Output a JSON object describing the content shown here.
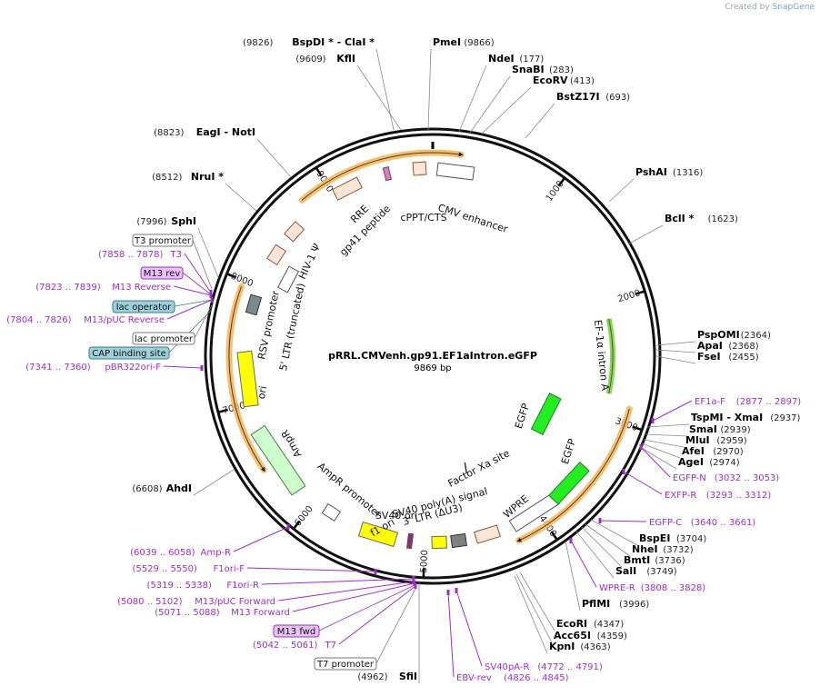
{
  "credit": {
    "prefix": "Created by",
    "brand": "SnapGene"
  },
  "plasmid": {
    "name": "pRRL.CMVenh.gp91.EF1aIntron.eGFP",
    "length_label": "9869 bp",
    "length": 9869
  },
  "colors": {
    "backbone": "#111111",
    "primer": "#9b2fc4",
    "orf_highlight": "#f2b865",
    "promoter": "#ffffff",
    "ltr": "#fcdcbe",
    "ori": "#ffff00",
    "ampr": "#ccffcc",
    "egfp": "#22ee22",
    "polyA": "#808080",
    "misc": "#fce4d6"
  },
  "ticks": [
    "1000",
    "2000",
    "3000",
    "4000",
    "5000",
    "6000",
    "7000",
    "8000",
    "9000"
  ],
  "sites": [
    {
      "name": "BspDI * - ClaI *",
      "pos": "(9826)"
    },
    {
      "name": "PmeI",
      "pos": "(9866)"
    },
    {
      "name": "KflI",
      "pos": "(9609)"
    },
    {
      "name": "NdeI",
      "pos": "(177)"
    },
    {
      "name": "SnaBI",
      "pos": "(283)"
    },
    {
      "name": "EcoRV",
      "pos": "(413)"
    },
    {
      "name": "BstZ17I",
      "pos": "(693)"
    },
    {
      "name": "EagI - NotI",
      "pos": "(8823)"
    },
    {
      "name": "PshAI",
      "pos": "(1316)"
    },
    {
      "name": "NruI *",
      "pos": "(8512)"
    },
    {
      "name": "BclI *",
      "pos": "(1623)"
    },
    {
      "name": "SphI",
      "pos": "(7996)"
    },
    {
      "name": "PspOMI",
      "pos": "(2364)"
    },
    {
      "name": "ApaI",
      "pos": "(2368)"
    },
    {
      "name": "FseI",
      "pos": "(2455)"
    },
    {
      "name": "TspMI - XmaI",
      "pos": "(2937)"
    },
    {
      "name": "SmaI",
      "pos": "(2939)"
    },
    {
      "name": "MluI",
      "pos": "(2959)"
    },
    {
      "name": "AfeI",
      "pos": "(2970)"
    },
    {
      "name": "AgeI",
      "pos": "(2974)"
    },
    {
      "name": "AhdI",
      "pos": "(6608)"
    },
    {
      "name": "BspEI",
      "pos": "(3704)"
    },
    {
      "name": "NheI",
      "pos": "(3732)"
    },
    {
      "name": "BmtI",
      "pos": "(3736)"
    },
    {
      "name": "SalI",
      "pos": "(3749)"
    },
    {
      "name": "PflMI",
      "pos": "(3996)"
    },
    {
      "name": "EcoRI",
      "pos": "(4347)"
    },
    {
      "name": "Acc65I",
      "pos": "(4359)"
    },
    {
      "name": "KpnI",
      "pos": "(4363)"
    },
    {
      "name": "SfiI",
      "pos": "(4962)"
    }
  ],
  "primers": [
    {
      "name": "T3",
      "pos": "(7858 .. 7878)"
    },
    {
      "name": "M13 Reverse",
      "pos": "(7823 .. 7839)"
    },
    {
      "name": "M13/pUC Reverse",
      "pos": "(7804 .. 7826)"
    },
    {
      "name": "pBR322ori-F",
      "pos": "(7341 .. 7360)"
    },
    {
      "name": "EF1a-F",
      "pos": "(2877 .. 2897)"
    },
    {
      "name": "EGFP-N",
      "pos": "(3032 .. 3053)"
    },
    {
      "name": "EXFP-R",
      "pos": "(3293 .. 3312)"
    },
    {
      "name": "EGFP-C",
      "pos": "(3640 .. 3661)"
    },
    {
      "name": "WPRE-R",
      "pos": "(3808 .. 3828)"
    },
    {
      "name": "Amp-R",
      "pos": "(6039 .. 6058)"
    },
    {
      "name": "F1ori-F",
      "pos": "(5529 .. 5550)"
    },
    {
      "name": "F1ori-R",
      "pos": "(5319 .. 5338)"
    },
    {
      "name": "M13/pUC Forward",
      "pos": "(5080 .. 5102)"
    },
    {
      "name": "M13 Forward",
      "pos": "(5071 .. 5088)"
    },
    {
      "name": "T7",
      "pos": "(5042 .. 5061)"
    },
    {
      "name": "SV40pA-R",
      "pos": "(4772 .. 4791)"
    },
    {
      "name": "EBV-rev",
      "pos": "(4826 .. 4845)"
    }
  ],
  "boxed_labels": [
    {
      "text": "T3 promoter",
      "style": "white"
    },
    {
      "text": "M13 rev",
      "style": "purple"
    },
    {
      "text": "lac operator",
      "style": "teal"
    },
    {
      "text": "lac promoter",
      "style": "white"
    },
    {
      "text": "CAP binding site",
      "style": "teal"
    },
    {
      "text": "M13 fwd",
      "style": "purple"
    },
    {
      "text": "T7 promoter",
      "style": "white"
    }
  ],
  "features": [
    {
      "text": "CMV enhancer"
    },
    {
      "text": "cPPT/CTS"
    },
    {
      "text": "gp41 peptide"
    },
    {
      "text": "RRE"
    },
    {
      "text": "HIV-1 Ψ"
    },
    {
      "text": "RSV promoter"
    },
    {
      "text": "5' LTR (truncated)"
    },
    {
      "text": "ori"
    },
    {
      "text": "AmpR"
    },
    {
      "text": "AmpR promoter"
    },
    {
      "text": "f1 ori"
    },
    {
      "text": "SV40 ori"
    },
    {
      "text": "SV40 poly(A) signal"
    },
    {
      "text": "3' LTR (ΔU3)"
    },
    {
      "text": "WPRE"
    },
    {
      "text": "Factor Xa site"
    },
    {
      "text": "EGFP"
    },
    {
      "text": "EGFP"
    },
    {
      "text": "EF-1α intron A"
    }
  ]
}
